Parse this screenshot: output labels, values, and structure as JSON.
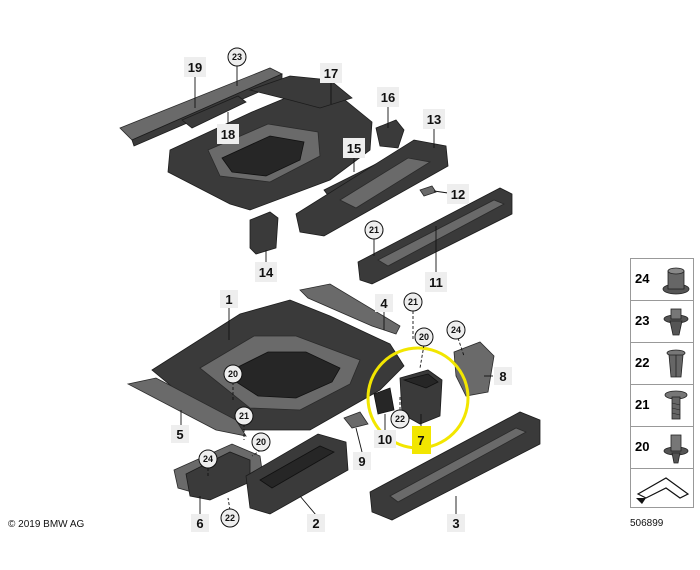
{
  "diagram": {
    "main_labels": [
      "19",
      "17",
      "16",
      "13",
      "18",
      "15",
      "12",
      "21",
      "14",
      "11",
      "1",
      "4",
      "21",
      "24",
      "20",
      "8",
      "20",
      "5",
      "21",
      "20",
      "22",
      "10",
      "7",
      "9",
      "24",
      "6",
      "22",
      "2",
      "3",
      "23"
    ],
    "labels": {
      "l19": "19",
      "l17": "17",
      "l16": "16",
      "l13": "13",
      "l18": "18",
      "l15": "15",
      "l12": "12",
      "l14": "14",
      "l11": "11",
      "l1": "1",
      "l4": "4",
      "l8": "8",
      "l5": "5",
      "l10": "10",
      "l7": "7",
      "l9": "9",
      "l6": "6",
      "l2": "2",
      "l3": "3",
      "c23": "23",
      "c21a": "21",
      "c21b": "21",
      "c24a": "24",
      "c20a": "20",
      "c20b": "20",
      "c21c": "21",
      "c20c": "20",
      "c22a": "22",
      "c24b": "24",
      "c22b": "22"
    },
    "highlight_color": "#f2e600"
  },
  "legend": {
    "items": [
      {
        "num": "24"
      },
      {
        "num": "23"
      },
      {
        "num": "22"
      },
      {
        "num": "21"
      },
      {
        "num": "20"
      }
    ]
  },
  "footer": {
    "copyright": "© 2019 BMW AG",
    "reference": "506899"
  }
}
